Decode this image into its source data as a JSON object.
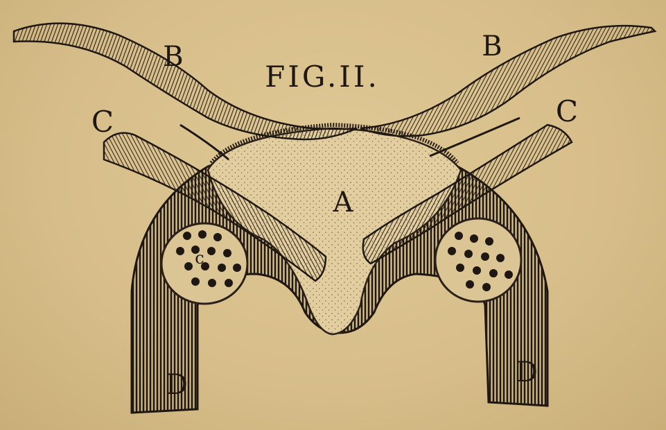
{
  "figure": {
    "title": "FIG.II.",
    "labels": {
      "a": "A",
      "b_left": "B",
      "b_right": "B",
      "c_left": "C",
      "c_right": "C",
      "c_small": "c",
      "d_left": "D",
      "d_right": "D"
    }
  },
  "colors": {
    "paper": "#d9c18f",
    "ink": "#1e1712"
  }
}
